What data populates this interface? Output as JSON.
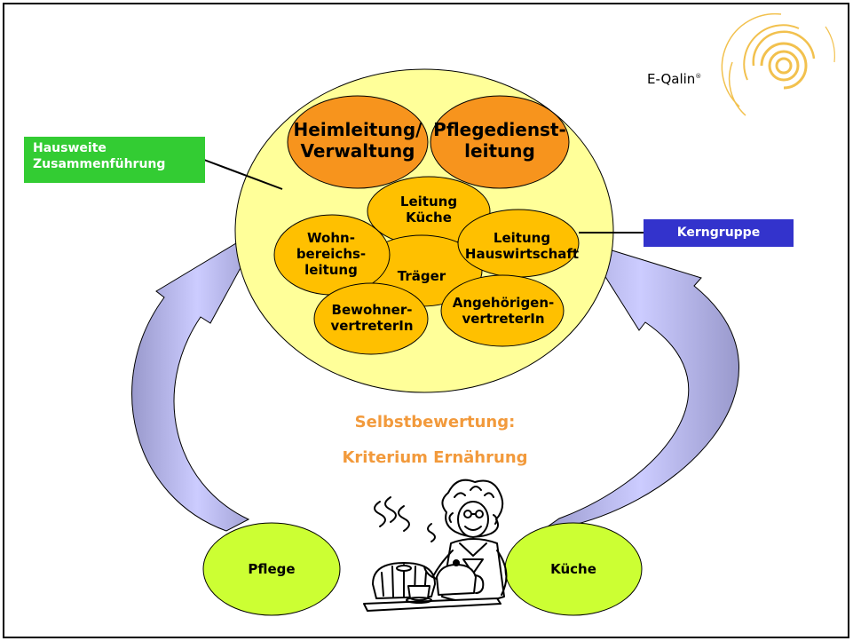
{
  "logo": {
    "name": "E-Qalin",
    "mark": "®"
  },
  "labels": {
    "hausweite": [
      "Hausweite",
      "Zusammenführung"
    ],
    "kerngruppe": "Kerngruppe",
    "selbstbewertung": "Selbstbewertung:",
    "kriterium": "Kriterium Ernährung"
  },
  "nodes": {
    "heimleitung": [
      "Heimleitung/",
      "Verwaltung"
    ],
    "pflegedienst": [
      "Pflegedienst-",
      "leitung"
    ],
    "leitung_kueche": [
      "Leitung",
      "Küche"
    ],
    "wohnbereich": [
      "Wohn-",
      "bereichs-",
      "leitung"
    ],
    "traeger": "Träger",
    "leitung_hauswirtschaft": [
      "Leitung",
      "Hauswirtschaft"
    ],
    "bewohner": [
      "Bewohner-",
      "vertreterIn"
    ],
    "angehoerigen": [
      "Angehörigen-",
      "vertreterIn"
    ],
    "pflege": "Pflege",
    "kueche": "Küche"
  },
  "colors": {
    "big_circle": "#ffff99",
    "dark_orange": "#f7941d",
    "light_orange": "#ffc000",
    "bottom_green": "#ccff33",
    "arrow_fill": "#ccccff",
    "green_box": "#33cc33",
    "blue_box": "#3333cc",
    "orange_text": "#f29a3c"
  }
}
